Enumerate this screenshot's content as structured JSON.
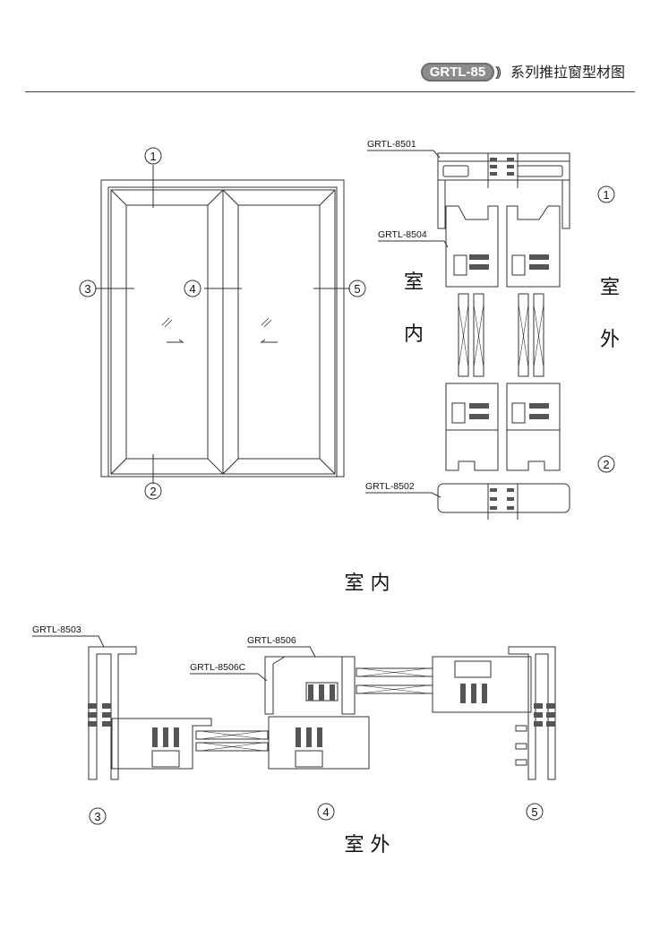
{
  "header": {
    "badge": "GRTL-85",
    "arrows": "))",
    "title": "系列推拉窗型材图"
  },
  "callouts": {
    "c1": "1",
    "c2": "2",
    "c3": "3",
    "c4": "4",
    "c5": "5"
  },
  "part_labels": {
    "p8501": "GRTL-8501",
    "p8504": "GRTL-8504",
    "p8502": "GRTL-8502",
    "p8503": "GRTL-8503",
    "p8506": "GRTL-8506",
    "p8506c": "GRTL-8506C"
  },
  "side_labels": {
    "interior_v1": "室",
    "interior_v2": "内",
    "exterior_v1": "室",
    "exterior_v2": "外",
    "interior_h": "室 内",
    "exterior_h": "室 外"
  },
  "colors": {
    "line": "#333333",
    "gasket": "#555555",
    "accent": "#8c8c8c"
  }
}
